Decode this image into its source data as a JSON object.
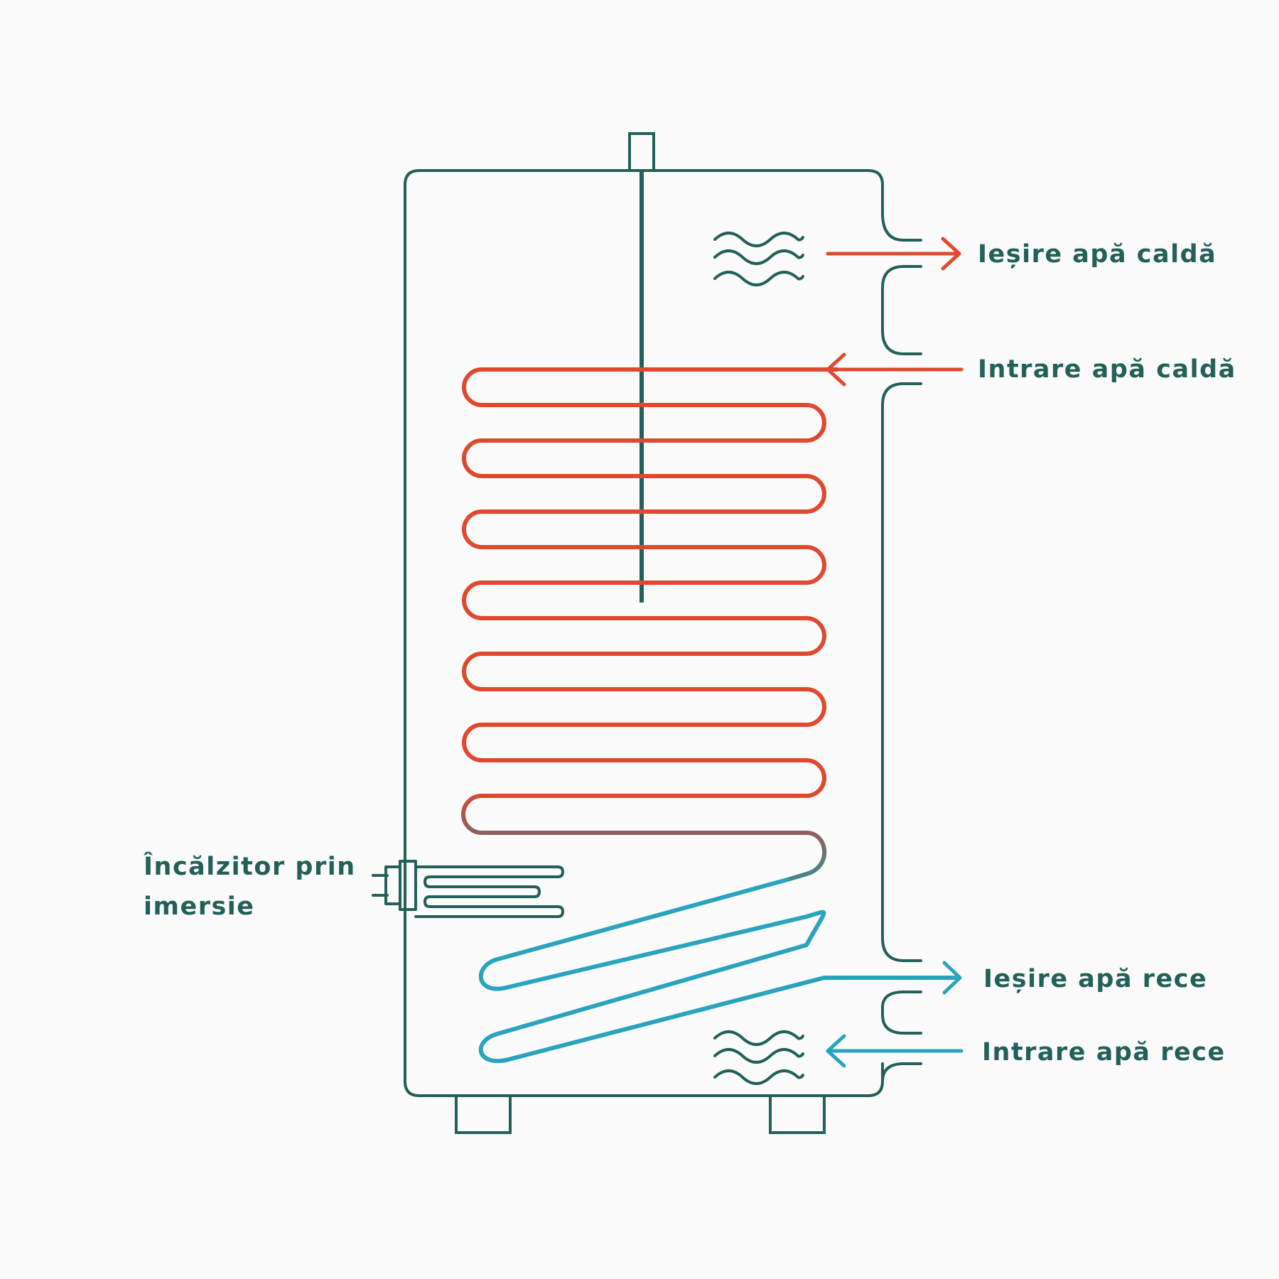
{
  "colors": {
    "background": "#fbfbfb",
    "outline": "#23605a",
    "hot": "#e0492e",
    "cold": "#2aa3bf"
  },
  "labels": {
    "hot_outlet": "Ieșire apă caldă",
    "hot_inlet": "Intrare apă caldă",
    "cold_outlet": "Ieșire apă rece",
    "cold_inlet": "Intrare apă rece",
    "immersion_heater_line1": "Încălzitor prin",
    "immersion_heater_line2": "imersie"
  },
  "icons": {
    "hot_water": "water-waves-icon",
    "cold_water": "water-waves-icon",
    "hot_outlet_arrow": "arrow-right-icon",
    "hot_inlet_arrow": "arrow-left-icon",
    "cold_outlet_arrow": "arrow-right-icon",
    "cold_inlet_arrow": "arrow-left-icon"
  }
}
